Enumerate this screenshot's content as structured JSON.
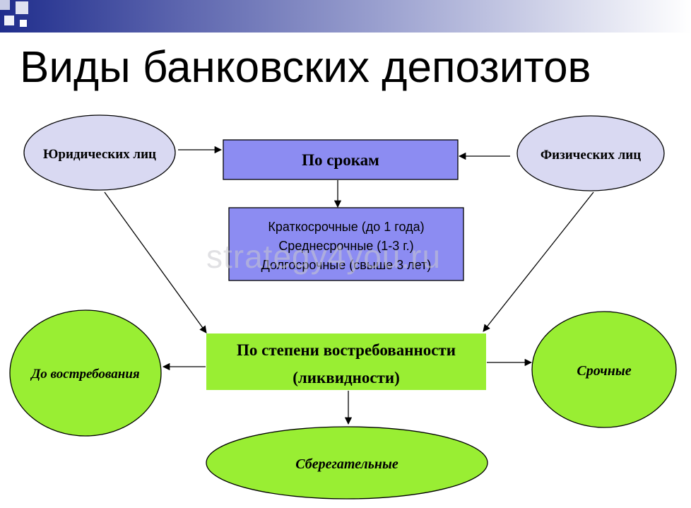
{
  "title": "Виды банковских депозитов",
  "watermark": "strategy4you.ru",
  "nodes": {
    "legal": "Юридических лиц",
    "physical": "Физических лиц",
    "by_term": "По срокам",
    "term_lines": [
      "Краткосрочные (до 1 года)",
      "Среднесрочные (1-3 г.)",
      "Долгосрочные (свыше 3 лет)"
    ],
    "by_demand_line1": "По степени востребованности",
    "by_demand_line2": "(ликвидности)",
    "on_demand": "До востребования",
    "term_deposits": "Срочные",
    "savings": "Сберегательные"
  },
  "colors": {
    "ellipse_blue": "#d9d9f2",
    "box_blue": "#8c8cf2",
    "green": "#99ee33"
  }
}
